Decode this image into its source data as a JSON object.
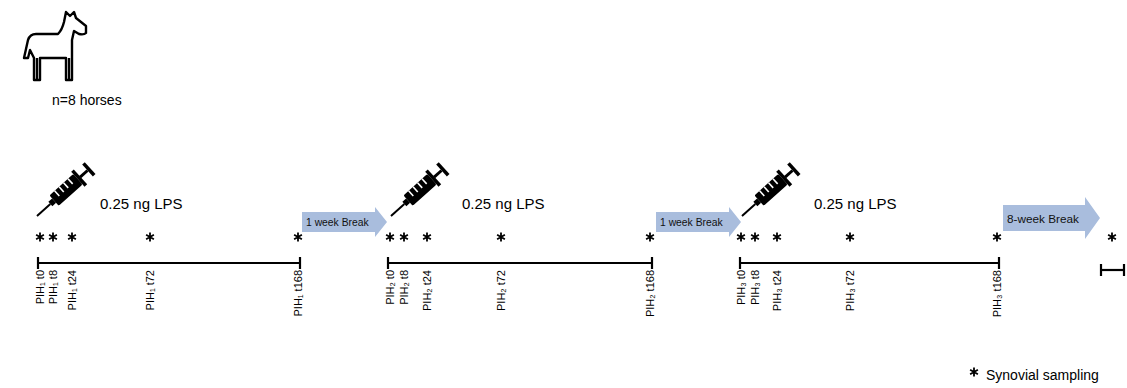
{
  "diagram": {
    "nodes": [
      {
        "text": [
          "1 week Break"
        ]
      },
      {
        "text": [
          "1 week Break"
        ]
      },
      {
        "text": [
          "8-week Break"
        ]
      }
    ],
    "labels": [
      "n=8 horses",
      "0.25 ng LPS",
      "PIH₁ t0",
      "PIH₁ t8",
      "PIH₁ t24",
      "PIH₁ t72",
      "PIH₁ t168",
      "0.25 ng LPS",
      "PIH₂ t0",
      "PIH₂ t8",
      "PIH₂ t24",
      "PIH₂ t72",
      "PIH₂ t168",
      "0.25 ng LPS",
      "PIH₃ t0",
      "PIH₃ t8",
      "PIH₃ t24",
      "PIH₃ t72",
      "PIH₃ t168"
    ],
    "legend": [
      {
        "text": "Synovial sampling"
      }
    ]
  }
}
